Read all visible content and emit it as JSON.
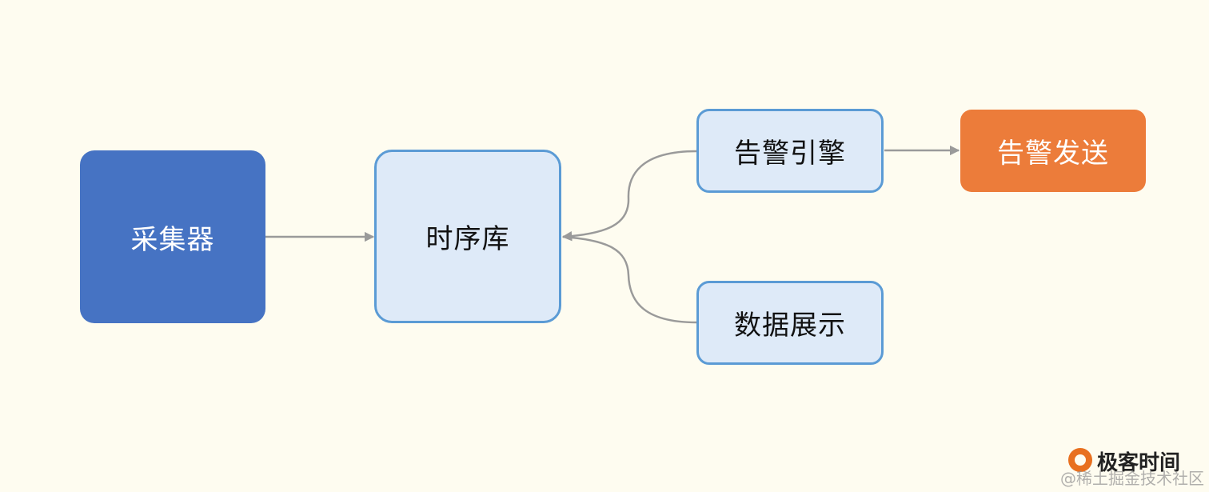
{
  "nodes": {
    "collector": "采集器",
    "tsdb": "时序库",
    "alert_engine": "告警引擎",
    "data_display": "数据展示",
    "alert_send": "告警发送"
  },
  "logo": {
    "text": "极客时间"
  },
  "watermark": {
    "text": "@稀土掘金技术社区"
  },
  "colors": {
    "background": "#fefcf0",
    "collector_fill": "#4673c3",
    "node_fill": "#deeaf8",
    "node_border": "#5b9bd5",
    "alert_send_fill": "#ec7c3a",
    "connector": "#9a9a9a",
    "logo": "#e8701f"
  }
}
